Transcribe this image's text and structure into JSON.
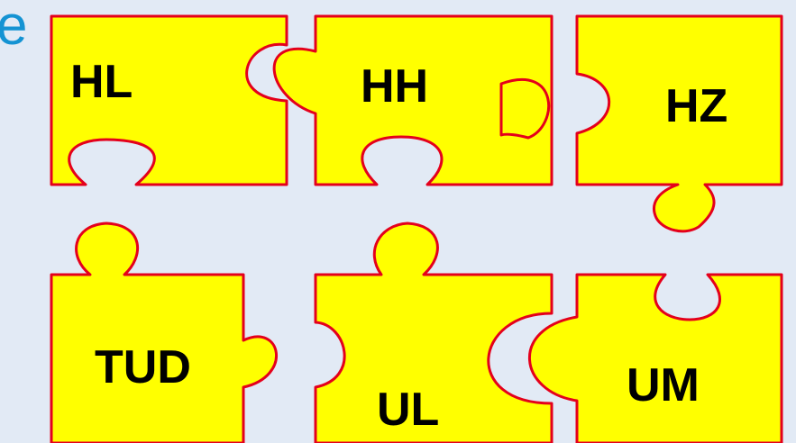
{
  "heading_fragment": "e",
  "colors": {
    "background": "#e2eaf5",
    "piece_fill": "#ffff00",
    "piece_outline": "#e4001b",
    "heading": "#1493d3",
    "label": "#000000"
  },
  "pieces": [
    {
      "label": "HL"
    },
    {
      "label": "HH"
    },
    {
      "label": "HZ"
    },
    {
      "label": "TUD"
    },
    {
      "label": "UL"
    },
    {
      "label": "UM"
    }
  ]
}
